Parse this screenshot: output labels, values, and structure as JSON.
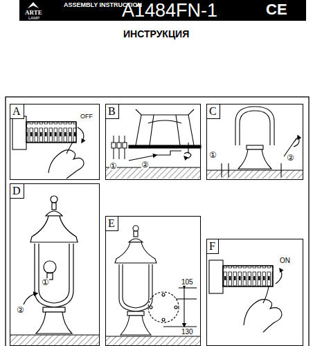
{
  "diagram": {
    "title": "ИНСТРУКЦИЯ",
    "nodes": [
      {
        "text": [
          "A"
        ]
      },
      {
        "text": [
          "B"
        ]
      },
      {
        "text": [
          "C"
        ]
      },
      {
        "text": [
          "D"
        ]
      },
      {
        "text": [
          "E"
        ]
      },
      {
        "text": [
          "F"
        ]
      }
    ],
    "labels": [
      "ARTE",
      "LAMP",
      "ASSEMBLY INSTRUCTION",
      "A1484FN-1",
      "CE",
      "OFF",
      "①",
      "②",
      "①",
      "②",
      "①",
      "②",
      "105",
      "130",
      "ON"
    ]
  }
}
